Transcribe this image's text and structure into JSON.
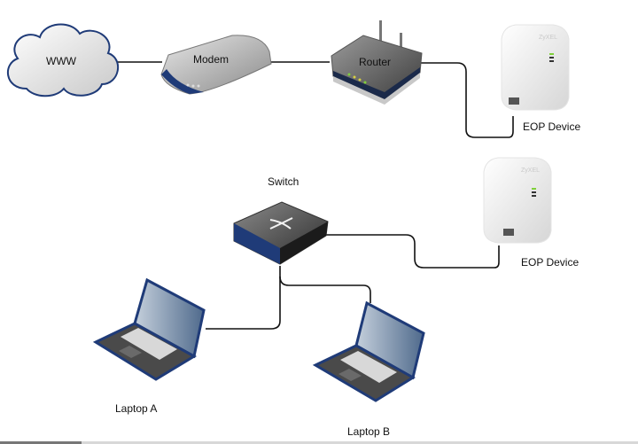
{
  "diagram": {
    "nodes": [
      {
        "id": "www",
        "label": "WWW",
        "type": "cloud"
      },
      {
        "id": "modem",
        "label": "Modem",
        "type": "modem"
      },
      {
        "id": "router",
        "label": "Router",
        "type": "router"
      },
      {
        "id": "eop1",
        "label": "EOP Device",
        "type": "powerline-adapter",
        "brand": "ZyXEL"
      },
      {
        "id": "switch",
        "label": "Switch",
        "type": "switch"
      },
      {
        "id": "eop2",
        "label": "EOP Device",
        "type": "powerline-adapter",
        "brand": "ZyXEL"
      },
      {
        "id": "laptopA",
        "label": "Laptop A",
        "type": "laptop"
      },
      {
        "id": "laptopB",
        "label": "Laptop B",
        "type": "laptop"
      }
    ],
    "edges": [
      {
        "from": "www",
        "to": "modem"
      },
      {
        "from": "modem",
        "to": "router"
      },
      {
        "from": "router",
        "to": "eop1"
      },
      {
        "from": "switch",
        "to": "eop2"
      },
      {
        "from": "switch",
        "to": "laptopA"
      },
      {
        "from": "switch",
        "to": "laptopB"
      }
    ]
  },
  "colors": {
    "device_blue": "#1f3b78",
    "line": "#111111",
    "led_green": "#7fd03a"
  }
}
